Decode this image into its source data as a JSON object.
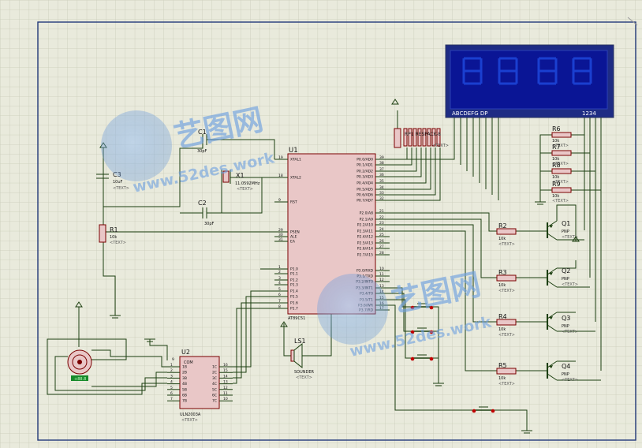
{
  "schematic": {
    "lcd": {
      "segment_labels": "ABCDEFG DP",
      "digit_labels": "1234"
    },
    "resnet": {
      "label": "RP1 RESPACK-8",
      "text": "<TEXT>"
    },
    "mcu": {
      "ref": "U1",
      "part": "AT89C51",
      "left_pins": [
        {
          "num": "19",
          "name": "XTAL1"
        },
        {
          "num": "18",
          "name": "XTAL2"
        },
        {
          "num": "9",
          "name": "RST"
        },
        {
          "num": "29",
          "name": "PSEN"
        },
        {
          "num": "30",
          "name": "ALE"
        },
        {
          "num": "31",
          "name": "EA"
        },
        {
          "num": "1",
          "name": "P1.0"
        },
        {
          "num": "2",
          "name": "P1.1"
        },
        {
          "num": "3",
          "name": "P1.2"
        },
        {
          "num": "4",
          "name": "P1.3"
        },
        {
          "num": "5",
          "name": "P1.4"
        },
        {
          "num": "6",
          "name": "P1.5"
        },
        {
          "num": "7",
          "name": "P1.6"
        },
        {
          "num": "8",
          "name": "P1.7"
        }
      ],
      "right_pins": [
        {
          "num": "39",
          "name": "P0.0/AD0"
        },
        {
          "num": "38",
          "name": "P0.1/AD1"
        },
        {
          "num": "37",
          "name": "P0.2/AD2"
        },
        {
          "num": "36",
          "name": "P0.3/AD3"
        },
        {
          "num": "35",
          "name": "P0.4/AD4"
        },
        {
          "num": "34",
          "name": "P0.5/AD5"
        },
        {
          "num": "33",
          "name": "P0.6/AD6"
        },
        {
          "num": "32",
          "name": "P0.7/AD7"
        },
        {
          "num": "21",
          "name": "P2.0/A8"
        },
        {
          "num": "22",
          "name": "P2.1/A9"
        },
        {
          "num": "23",
          "name": "P2.2/A10"
        },
        {
          "num": "24",
          "name": "P2.3/A11"
        },
        {
          "num": "25",
          "name": "P2.4/A12"
        },
        {
          "num": "26",
          "name": "P2.5/A13"
        },
        {
          "num": "27",
          "name": "P2.6/A14"
        },
        {
          "num": "28",
          "name": "P2.7/A15"
        },
        {
          "num": "10",
          "name": "P3.0/RXD"
        },
        {
          "num": "11",
          "name": "P3.1/TXD"
        },
        {
          "num": "12",
          "name": "P3.2/INT0"
        },
        {
          "num": "13",
          "name": "P3.3/INT1"
        },
        {
          "num": "14",
          "name": "P3.4/T0"
        },
        {
          "num": "15",
          "name": "P3.5/T1"
        },
        {
          "num": "16",
          "name": "P3.6/WR"
        },
        {
          "num": "17",
          "name": "P3.7/RD"
        }
      ]
    },
    "c1": {
      "ref": "C1",
      "value": "30pF"
    },
    "c2": {
      "ref": "C2",
      "value": "30pF"
    },
    "c3": {
      "ref": "C3",
      "value": "10uF",
      "text": "<TEXT>"
    },
    "x1": {
      "ref": "X1",
      "value": "11.0592MHz",
      "text": "<TEXT>"
    },
    "r1": {
      "ref": "R1",
      "value": "10k",
      "text": "<TEXT>"
    },
    "r2": {
      "ref": "R2",
      "value": "10k",
      "text": "<TEXT>"
    },
    "r3": {
      "ref": "R3",
      "value": "10k",
      "text": "<TEXT>"
    },
    "r4": {
      "ref": "R4",
      "value": "10k",
      "text": "<TEXT>"
    },
    "r5": {
      "ref": "R5",
      "value": "10k",
      "text": "<TEXT>"
    },
    "r6": {
      "ref": "R6",
      "value": "10k",
      "text": "<TEXT>"
    },
    "r7": {
      "ref": "R7",
      "value": "10k",
      "text": "<TEXT>"
    },
    "r8": {
      "ref": "R8",
      "value": "10k",
      "text": "<TEXT>"
    },
    "r9": {
      "ref": "R9",
      "value": "10k",
      "text": "<TEXT>"
    },
    "q1": {
      "ref": "Q1",
      "type": "PNP",
      "text": "<TEXT>"
    },
    "q2": {
      "ref": "Q2",
      "type": "PNP",
      "text": "<TEXT>"
    },
    "q3": {
      "ref": "Q3",
      "type": "PNP",
      "text": "<TEXT>"
    },
    "q4": {
      "ref": "Q4",
      "type": "PNP",
      "text": "<TEXT>"
    },
    "ls1": {
      "ref": "LS1",
      "value": "SOUNDER",
      "text": "<TEXT>"
    },
    "u2": {
      "ref": "U2",
      "part": "ULN2003A",
      "text": "<TEXT>",
      "com": "COM",
      "left_pins": [
        {
          "num": "1",
          "name": "1B"
        },
        {
          "num": "2",
          "name": "2B"
        },
        {
          "num": "3",
          "name": "3B"
        },
        {
          "num": "4",
          "name": "4B"
        },
        {
          "num": "5",
          "name": "5B"
        },
        {
          "num": "6",
          "name": "6B"
        },
        {
          "num": "7",
          "name": "7B"
        }
      ],
      "right_pins": [
        {
          "num": "16",
          "name": "1C"
        },
        {
          "num": "15",
          "name": "2C"
        },
        {
          "num": "14",
          "name": "3C"
        },
        {
          "num": "13",
          "name": "4C"
        },
        {
          "num": "12",
          "name": "5C"
        },
        {
          "num": "11",
          "name": "6C"
        },
        {
          "num": "10",
          "name": "7C"
        }
      ],
      "com_pin": "9"
    },
    "motor": {
      "label": "+88.8"
    },
    "watermark": {
      "cn": "艺图网",
      "url": "www.52des.work"
    }
  }
}
